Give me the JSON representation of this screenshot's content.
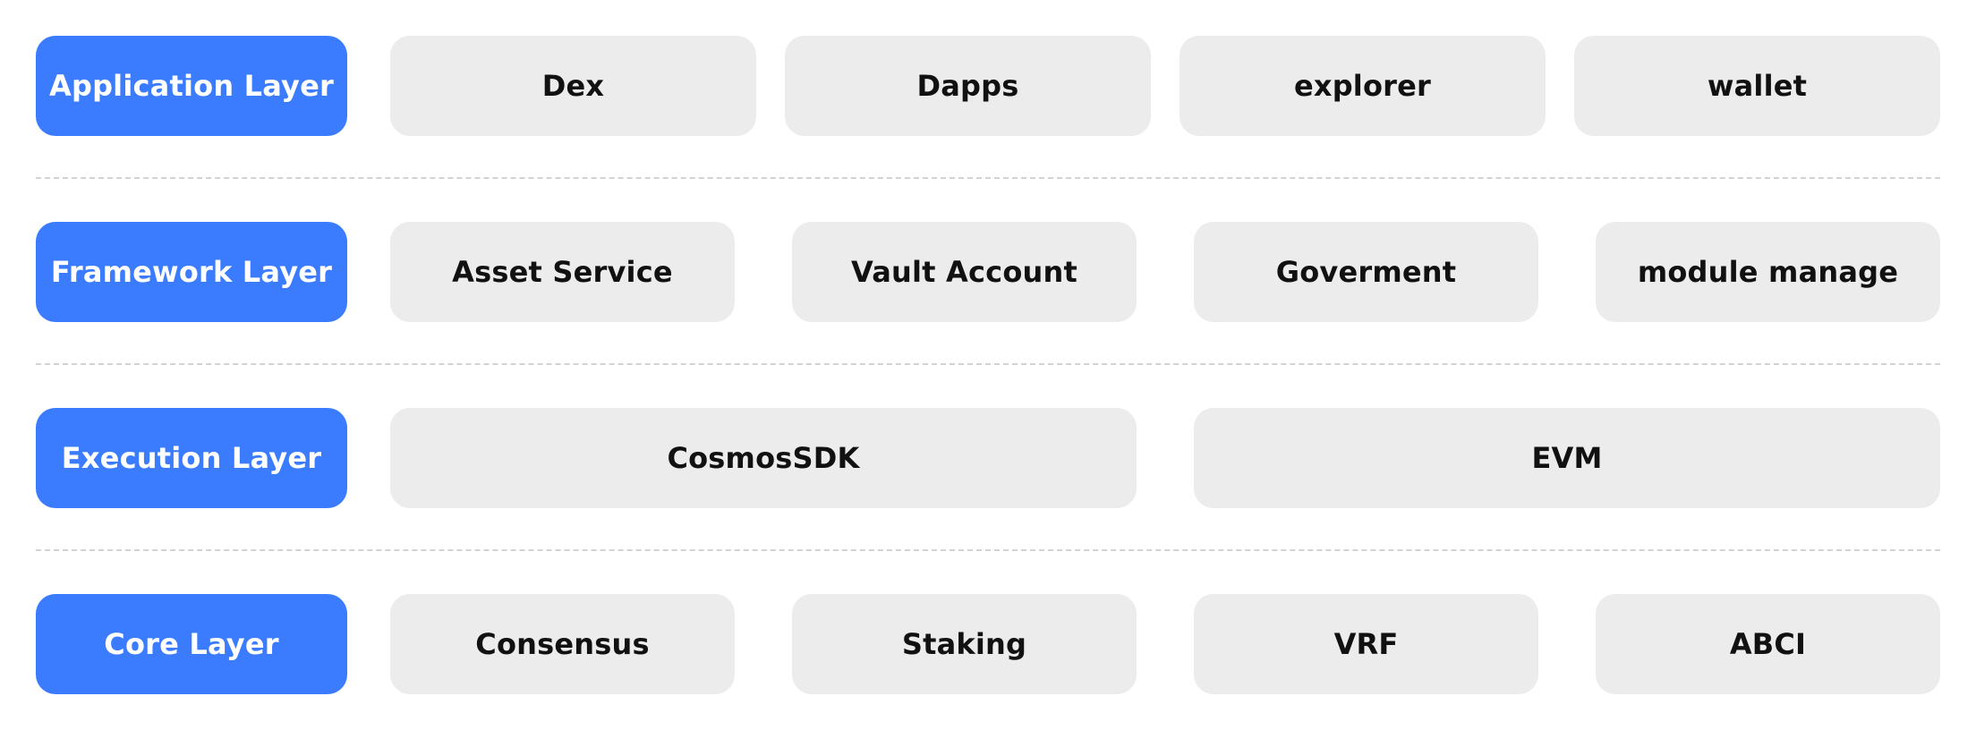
{
  "colors": {
    "layer_label_bg": "#3b7cff",
    "layer_label_text": "#ffffff",
    "component_bg": "#ececec",
    "component_text": "#111111",
    "divider": "#d2d2d2"
  },
  "layers": [
    {
      "label": "Application Layer",
      "components": [
        "Dex",
        "Dapps",
        "explorer",
        "wallet"
      ]
    },
    {
      "label": "Framework Layer",
      "components": [
        "Asset Service",
        "Vault Account",
        "Goverment",
        "module manage"
      ]
    },
    {
      "label": "Execution Layer",
      "components": [
        "CosmosSDK",
        "EVM"
      ]
    },
    {
      "label": "Core Layer",
      "components": [
        "Consensus",
        "Staking",
        "VRF",
        "ABCI"
      ]
    }
  ]
}
